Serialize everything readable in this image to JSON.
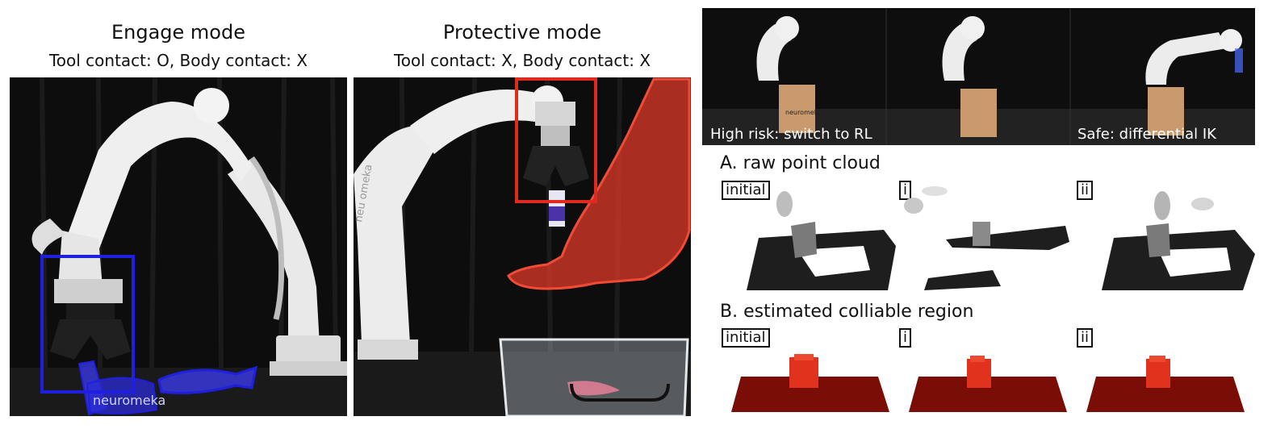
{
  "engage": {
    "title": "Engage mode",
    "subtitle": "Tool contact: O, Body contact: X",
    "base_label": "neuromeka"
  },
  "protective": {
    "title": "Protective mode",
    "subtitle": "Tool contact: X, Body contact: X",
    "arm_label": "neu omeka"
  },
  "top_strip": {
    "left_caption": "High risk: switch to RL",
    "right_caption": "Safe: differential IK",
    "box_brand": "neuromeka"
  },
  "section_a": {
    "label": "A. raw point cloud",
    "tags": [
      "initial",
      "i",
      "ii"
    ]
  },
  "section_b": {
    "label": "B. estimated colliable region",
    "tags": [
      "initial",
      "i",
      "ii"
    ]
  },
  "colors": {
    "engage_box": "#1f1fe0",
    "protective_box": "#e02a1f",
    "colliable_table": "#7a0d06",
    "colliable_object": "#e0321c"
  }
}
